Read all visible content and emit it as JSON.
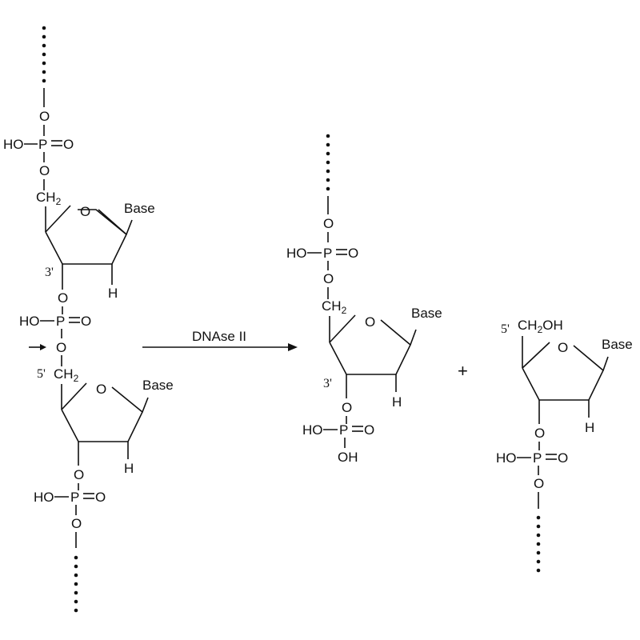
{
  "reaction": {
    "enzyme_label": "DNAse II",
    "plus_sign": "+"
  },
  "labels": {
    "ho": "HO",
    "oh": "OH",
    "p": "P",
    "o": "O",
    "eq_o": "=O",
    "ch2": "CH",
    "sub2": "2",
    "ch2oh_oh": "OH",
    "base": "Base",
    "h": "H",
    "prime3": "3'",
    "prime5": "5'"
  },
  "colors": {
    "ink": "#111111",
    "background": "#ffffff"
  }
}
